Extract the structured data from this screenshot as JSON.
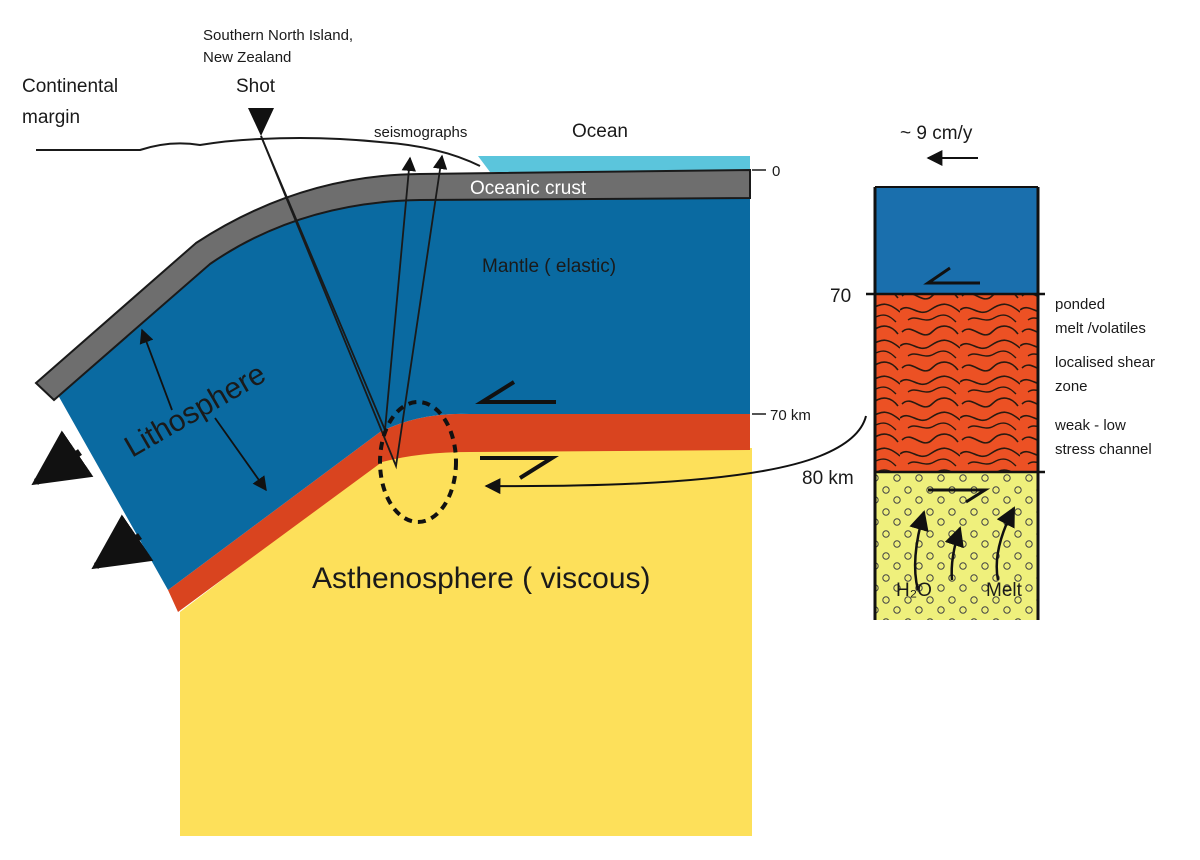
{
  "labels": {
    "continental_margin_line1": "Continental",
    "continental_margin_line2": "margin",
    "location_line1": "Southern North Island,",
    "location_line2": "New Zealand",
    "shot": "Shot",
    "seismographs": "seismographs",
    "ocean": "Ocean",
    "oceanic_crust": "Oceanic  crust",
    "mantle": "Mantle ( elastic)",
    "lithosphere": "Lithosphere",
    "asthenosphere": "Asthenosphere ( viscous)",
    "depth_0": "0",
    "depth_70km": "70 km"
  },
  "column": {
    "rate": "~ 9 cm/y",
    "depth_70": "70",
    "depth_80km": "80 km",
    "ponded_line1": "ponded",
    "ponded_line2": "melt /volatiles",
    "shear_line1": "localised shear",
    "shear_line2": "zone",
    "weak_line1": "weak - low",
    "weak_line2": "stress channel",
    "h2o": "H₂O",
    "melt": "Melt"
  },
  "colors": {
    "mantle": "#0a6aa1",
    "crust": "#6e6e6e",
    "ocean": "#5bc5dc",
    "shear_zone": "#d9441f",
    "asthenosphere": "#fde05a",
    "column_top": "#1a6fad",
    "column_shear": "#ec5124",
    "column_bottom": "#eff07c"
  }
}
